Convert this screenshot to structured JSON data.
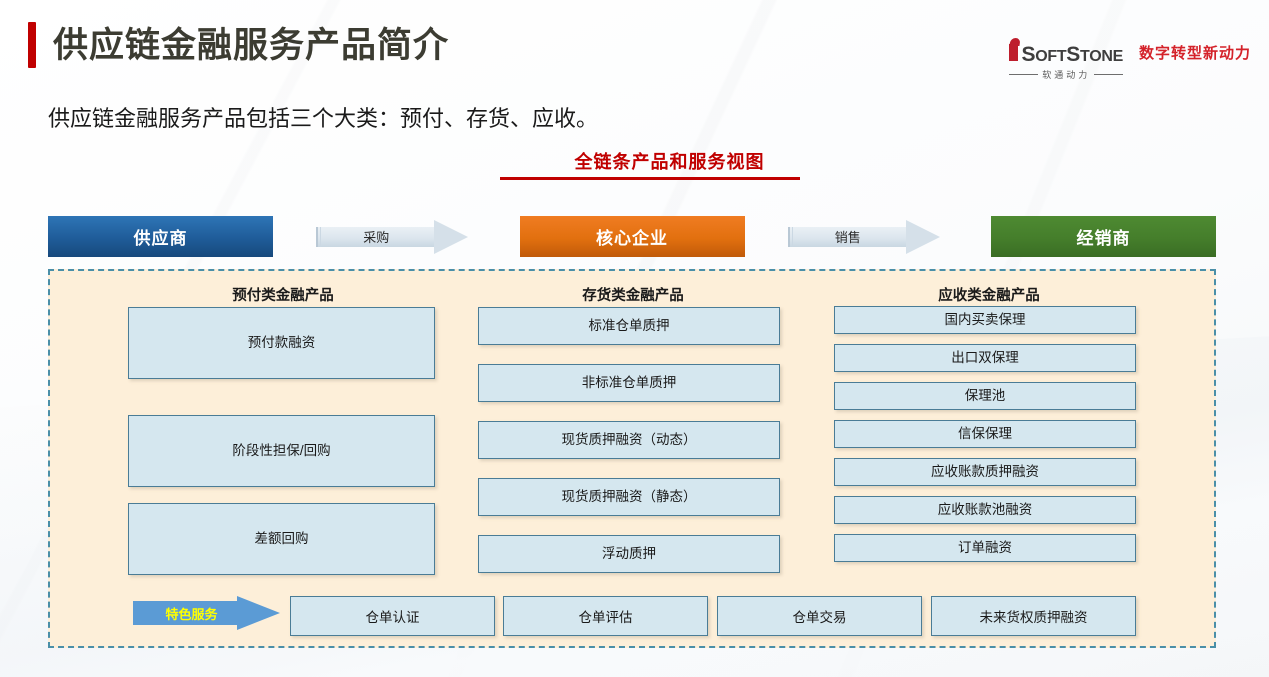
{
  "slide": {
    "title": "供应链金融服务产品简介",
    "subtitle": "供应链金融服务产品包括三个大类：预付、存货、应收。",
    "section_heading": "全链条产品和服务视图",
    "accent_color": "#C00000"
  },
  "logo": {
    "wordmark_i": "i",
    "wordmark_soft_s": "S",
    "wordmark_soft": "OFT",
    "wordmark_stone_s": "S",
    "wordmark_stone": "TONE",
    "chinese": "软通动力",
    "slogan": "数字转型新动力",
    "slogan_color": "#D4222A"
  },
  "chain": {
    "supplier": {
      "label": "供应商",
      "color": "#1F5C99"
    },
    "purchase_arrow": {
      "label": "采购"
    },
    "core": {
      "label": "核心企业",
      "color": "#E2700F"
    },
    "sales_arrow": {
      "label": "销售"
    },
    "dealer": {
      "label": "经销商",
      "color": "#457E2B"
    }
  },
  "panel": {
    "border_color": "#4A8FA8",
    "background_color": "#FDEFD9",
    "columns": [
      {
        "header": "预付类金融产品",
        "items": [
          {
            "label": "预付款融资"
          },
          {
            "label": "阶段性担保/回购"
          },
          {
            "label": "差额回购"
          }
        ]
      },
      {
        "header": "存货类金融产品",
        "items": [
          {
            "label": "标准仓单质押"
          },
          {
            "label": "非标准仓单质押"
          },
          {
            "label": "现货质押融资（动态）"
          },
          {
            "label": "现货质押融资（静态）"
          },
          {
            "label": "浮动质押"
          }
        ]
      },
      {
        "header": "应收类金融产品",
        "items": [
          {
            "label": "国内买卖保理"
          },
          {
            "label": "出口双保理"
          },
          {
            "label": "保理池"
          },
          {
            "label": "信保保理"
          },
          {
            "label": "应收账款质押融资"
          },
          {
            "label": "应收账款池融资"
          },
          {
            "label": "订单融资"
          }
        ]
      }
    ],
    "feature_row": {
      "arrow_label": "特色服务",
      "arrow_color": "#5B9BD5",
      "arrow_text_color": "#FFFF00",
      "items": [
        {
          "label": "仓单认证"
        },
        {
          "label": "仓单评估"
        },
        {
          "label": "仓单交易"
        },
        {
          "label": "未来货权质押融资"
        }
      ]
    }
  }
}
